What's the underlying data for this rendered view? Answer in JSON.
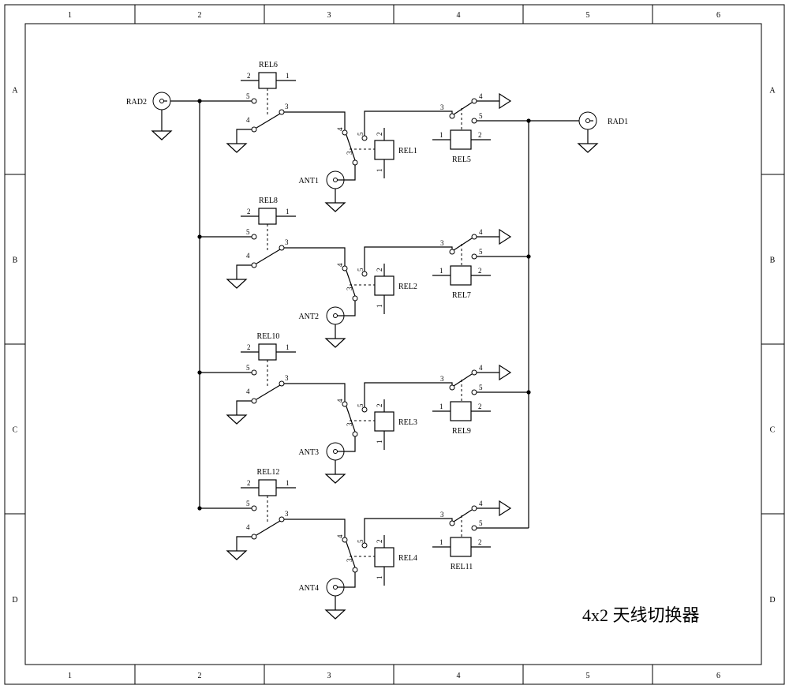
{
  "sheet": {
    "zone_columns": [
      "1",
      "2",
      "3",
      "4",
      "5",
      "6"
    ],
    "zone_rows": [
      "A",
      "B",
      "C",
      "D"
    ],
    "title": "4x2 天线切换器"
  },
  "radios": [
    {
      "ref": "RAD2"
    },
    {
      "ref": "RAD1"
    }
  ],
  "channels": [
    {
      "sel_relay": "REL6",
      "ant_relay": "REL1",
      "out_relay": "REL5",
      "antenna": "ANT1"
    },
    {
      "sel_relay": "REL8",
      "ant_relay": "REL2",
      "out_relay": "REL7",
      "antenna": "ANT2"
    },
    {
      "sel_relay": "REL10",
      "ant_relay": "REL3",
      "out_relay": "REL9",
      "antenna": "ANT3"
    },
    {
      "sel_relay": "REL12",
      "ant_relay": "REL4",
      "out_relay": "REL11",
      "antenna": "ANT4"
    }
  ],
  "pins": {
    "p1": "1",
    "p2": "2",
    "p3": "3",
    "p4": "4",
    "p5": "5"
  }
}
